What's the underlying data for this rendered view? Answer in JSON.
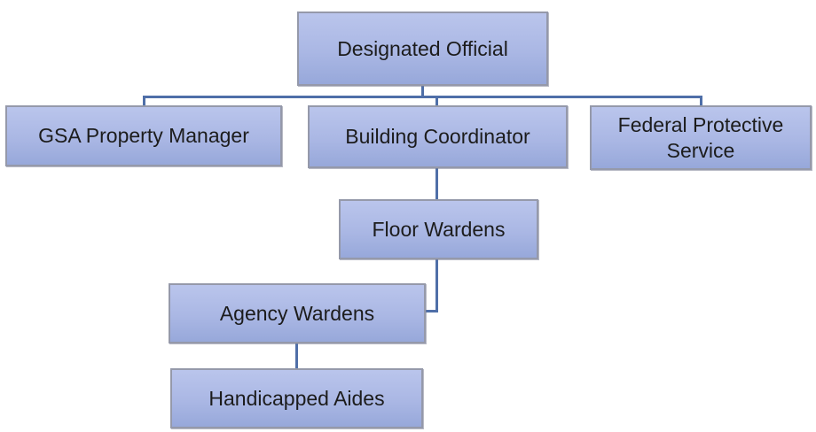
{
  "diagram": {
    "type": "org-chart",
    "nodes": {
      "designated_official": {
        "label": "Designated Official"
      },
      "gsa_property_manager": {
        "label": "GSA Property Manager"
      },
      "building_coordinator": {
        "label": "Building Coordinator"
      },
      "federal_protective_service": {
        "label": "Federal Protective Service"
      },
      "floor_wardens": {
        "label": "Floor Wardens"
      },
      "agency_wardens": {
        "label": "Agency Wardens"
      },
      "handicapped_aides": {
        "label": "Handicapped Aides"
      }
    },
    "edges": [
      {
        "from": "Designated Official",
        "to": "GSA Property Manager"
      },
      {
        "from": "Designated Official",
        "to": "Building Coordinator"
      },
      {
        "from": "Designated Official",
        "to": "Federal Protective Service"
      },
      {
        "from": "Building Coordinator",
        "to": "Floor Wardens"
      },
      {
        "from": "Floor Wardens",
        "to": "Agency Wardens"
      },
      {
        "from": "Agency Wardens",
        "to": "Handicapped Aides"
      }
    ],
    "colors": {
      "node_fill_top": "#bac5ec",
      "node_fill_bottom": "#97a8da",
      "node_border": "#9599aa",
      "connector": "#4f6fa8",
      "text": "#1c1c1c",
      "background": "#ffffff"
    }
  }
}
